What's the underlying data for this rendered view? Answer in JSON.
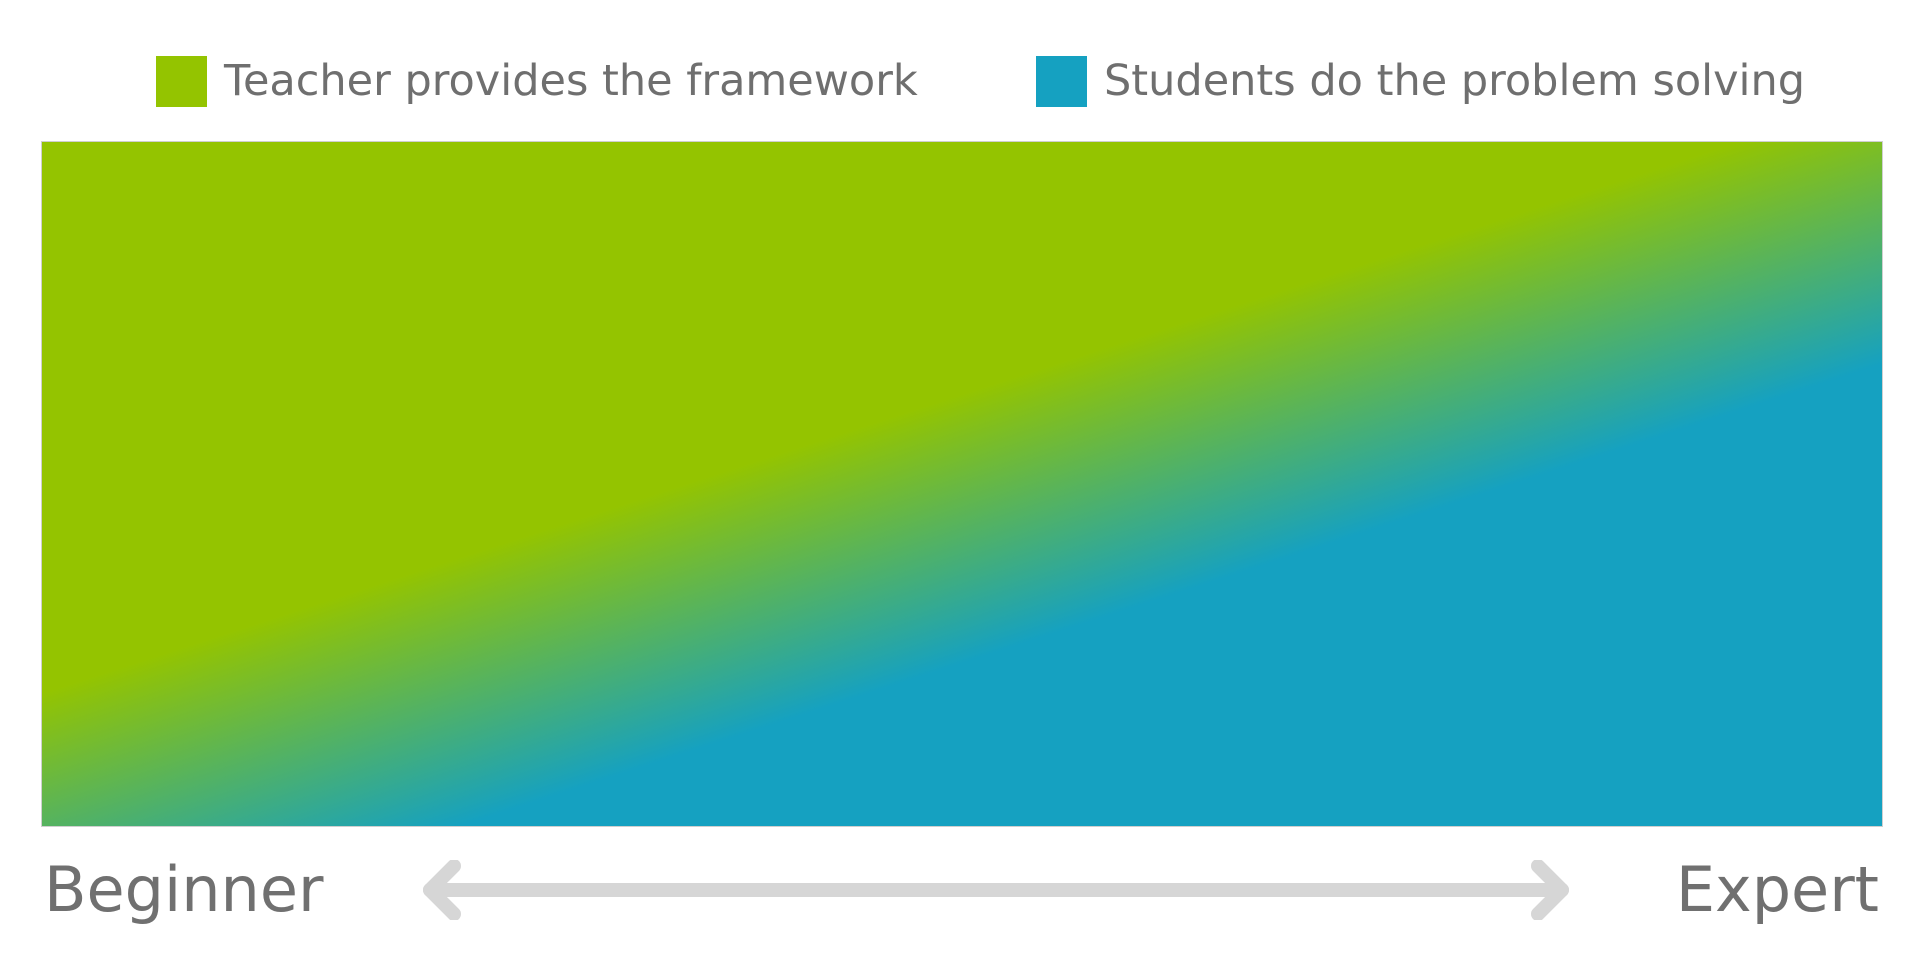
{
  "legend": {
    "items": [
      {
        "label": "Teacher provides the framework",
        "color": "#94c400"
      },
      {
        "label": "Students do the problem solving",
        "color": "#15a1c1"
      }
    ]
  },
  "gradient": {
    "start_color": "#94c400",
    "end_color": "#15a1c1"
  },
  "scale": {
    "left_label": "Beginner",
    "right_label": "Expert",
    "arrow_icon": "double-headed-arrow-icon",
    "arrow_color": "#d6d6d6"
  }
}
